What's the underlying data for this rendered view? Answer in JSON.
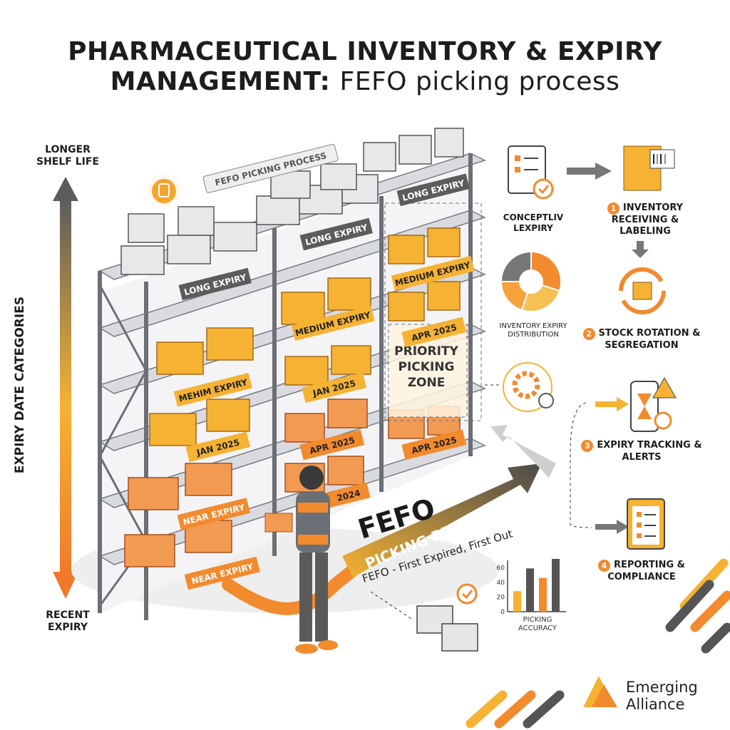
{
  "title": {
    "line1": "PHARMACEUTICAL INVENTORY & EXPIRY",
    "line2_bold": "MANAGEMENT:",
    "line2_light": "FEFO picking process"
  },
  "axis": {
    "top": "LONGER SHELF LIFE",
    "bottom": "RECENT EXPIRY",
    "side": "EXPIRY DATE CATEGORIES"
  },
  "shelf_tags": {
    "fefo_banner": "FEFO PICKING PROCESS",
    "long": "LONG EXPIRY",
    "medium": "MEDIUM EXPIRY",
    "mehim": "MEHIM EXPIRY",
    "near": "NEAR EXPIRY",
    "jan": "JAN 2025",
    "apr": "APR 2025",
    "y2024": "2024"
  },
  "priority_zone": {
    "line1": "PRIORITY",
    "line2": "PICKING",
    "line3": "ZONE"
  },
  "fefo": {
    "big": "FEFO",
    "arrow": "PICKING PROCESS",
    "sub": "FEFO - First Expired, First Out"
  },
  "right_panel": {
    "concept_label": "CONCEPTLIV LEXPIRY",
    "distribution_label": "INVENTORY EXPIRY DISTRIBUTION",
    "steps": [
      {
        "num": "1",
        "label": "INVENTORY RECEIVING & LABELING"
      },
      {
        "num": "2",
        "label": "STOCK ROTATION & SEGREGATION"
      },
      {
        "num": "3",
        "label": "EXPIRY TRACKING & ALERTS"
      },
      {
        "num": "4",
        "label": "REPORTING & COMPLIANCE"
      }
    ]
  },
  "distribution_slices": [
    {
      "share": 0.3,
      "color": "#f28a2e"
    },
    {
      "share": 0.25,
      "color": "#f5c054"
    },
    {
      "share": 0.2,
      "color": "#f7a23a"
    },
    {
      "share": 0.25,
      "color": "#777777"
    }
  ],
  "accuracy_chart": {
    "title": "PICKING ACCURACY",
    "yticks": [
      "0",
      "20",
      "40",
      "60"
    ],
    "ylim": [
      0,
      70
    ],
    "bars": [
      {
        "value": 28,
        "color": "#f5b233"
      },
      {
        "value": 59,
        "color": "#555555"
      },
      {
        "value": 46,
        "color": "#f28a2e"
      },
      {
        "value": 72,
        "color": "#555555"
      }
    ]
  },
  "brand": {
    "line1": "Emerging",
    "line2": "Alliance"
  },
  "colors": {
    "orange": "#f28a2e",
    "amber": "#f5b233",
    "gray": "#5a5a5a",
    "rack": "#6b6f76"
  }
}
